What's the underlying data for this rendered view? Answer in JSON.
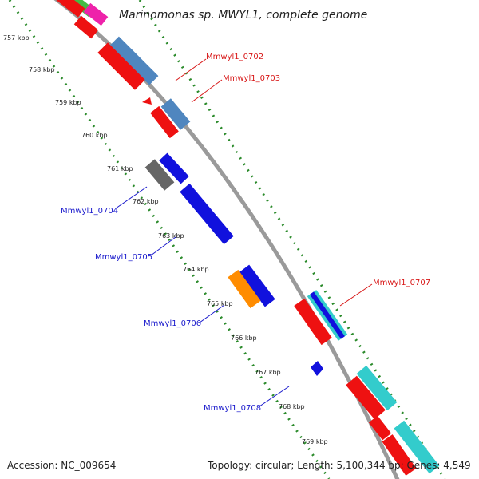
{
  "title": "Marinomonas sp. MWYL1, complete genome",
  "accession": "Accession: NC_009654",
  "summary": "Topology: circular; Length: 5,100,344 bp; Genes: 4,549",
  "ticks": [
    "757 kbp",
    "758 kbp",
    "759 kbp",
    "760 kbp",
    "761 kbp",
    "762 kbp",
    "763 kbp",
    "764 kbp",
    "765 kbp",
    "766 kbp",
    "767 kbp",
    "768 kbp",
    "769 kbp"
  ],
  "gene_labels": {
    "g0702": "Mmwyl1_0702",
    "g0703": "Mmwyl1_0703",
    "g0704": "Mmwyl1_0704",
    "g0705": "Mmwyl1_0705",
    "g0706": "Mmwyl1_0706",
    "g0707": "Mmwyl1_0707",
    "g0708": "Mmwyl1_0708"
  },
  "colors": {
    "backbone": "#9a9a9a",
    "ruler": "#2a8a2a",
    "forward_label": "#d81818",
    "reverse_label": "#1a1acc",
    "cds_red": "#ee1111",
    "cds_blue": "#1111dd",
    "cds_steel": "#4f86bf",
    "cds_cyan": "#33cccc",
    "cds_gray": "#666666",
    "cds_orange": "#ff8c00",
    "cds_green": "#44bb44",
    "cds_magenta": "#ee22aa"
  }
}
